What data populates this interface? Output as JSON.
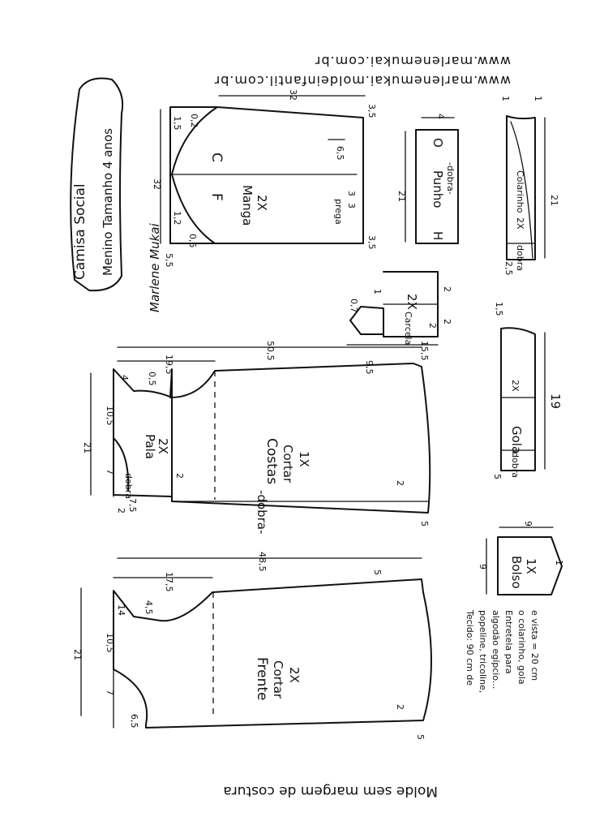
{
  "title": "Camisa Social",
  "subtitle": "Menino Tamanho 4 anos",
  "signature": "Marlene Mukai",
  "urls": [
    "www.marlenemukai.com.br",
    "www.marlenemukai.moldeinfantil.com.br"
  ],
  "footer_note": "Molde sem margem de costura",
  "fabric_note": [
    "Tecido: 90 cm de",
    "popeline, tricoline,",
    "algodão egípcio...",
    "Entretela para",
    "o colarinho, gola",
    "e vista = 20 cm"
  ],
  "pieces": {
    "frente": {
      "name": "Frente",
      "cut": "Cortar",
      "qty": "2X",
      "dims": {
        "length": "48,5",
        "width": "21",
        "shoulder": "17,5",
        "s14": "14",
        "s45": "4,5",
        "neck_a": "10,5",
        "neck_b": "7",
        "hem_left": "6,5",
        "hem_right": "5",
        "side": "2",
        "top_dim": "5"
      }
    },
    "costas": {
      "name": "Costas",
      "cut": "Cortar",
      "qty": "1X",
      "fold": "-dobra-",
      "dims": {
        "length": "50,5",
        "width": "21",
        "shoulder": "19,5",
        "side": "2",
        "hem": "5",
        "top_dim": "9,5"
      }
    },
    "pala": {
      "name": "Pala",
      "qty": "2X",
      "fold": "dobra",
      "dims": {
        "h4": "4",
        "h05": "0,5",
        "neck_a": "10,5",
        "neck_b": "7",
        "bottom": "7,5",
        "bottom2": "2",
        "side": "2"
      }
    },
    "manga": {
      "name": "Manga",
      "qty": "2X",
      "pleat": "prega",
      "front": "F",
      "back": "C",
      "dims": {
        "width": "32",
        "height": "32",
        "cap_a": "1,5",
        "cap_b": "0,2",
        "cap_c": "1,2",
        "cap_d": "0,5",
        "cap_e": "5,5",
        "wrist_a": "3,5",
        "wrist_b": "3,5",
        "pleat_a": "6,5",
        "pleat_b": "3",
        "pleat_c": "3"
      }
    },
    "punho": {
      "name": "Punho",
      "fold": "-dobra-",
      "mark_h": "H",
      "mark_o": "O",
      "dims": {
        "length": "21",
        "height": "4"
      }
    },
    "carcela": {
      "name": "Carcela",
      "qty": "2X",
      "dims": {
        "top": "0,7",
        "a": "1",
        "b": "2",
        "c": "2",
        "d": "2",
        "length": "15,5"
      }
    },
    "colarinho": {
      "name": "Colarinho",
      "qty": "2X",
      "fold": "dobra",
      "dims": {
        "length": "21",
        "top_a": "1",
        "top_b": "1",
        "side": "2,5"
      }
    },
    "gola": {
      "name": "Gola",
      "qty": "2X",
      "fold": "dobra",
      "dims": {
        "length": "19",
        "top": "1,5",
        "side": "5"
      }
    },
    "bolso": {
      "name": "Bolso",
      "qty": "1X",
      "dims": {
        "width": "9",
        "height": "9",
        "tip": "1"
      }
    }
  }
}
